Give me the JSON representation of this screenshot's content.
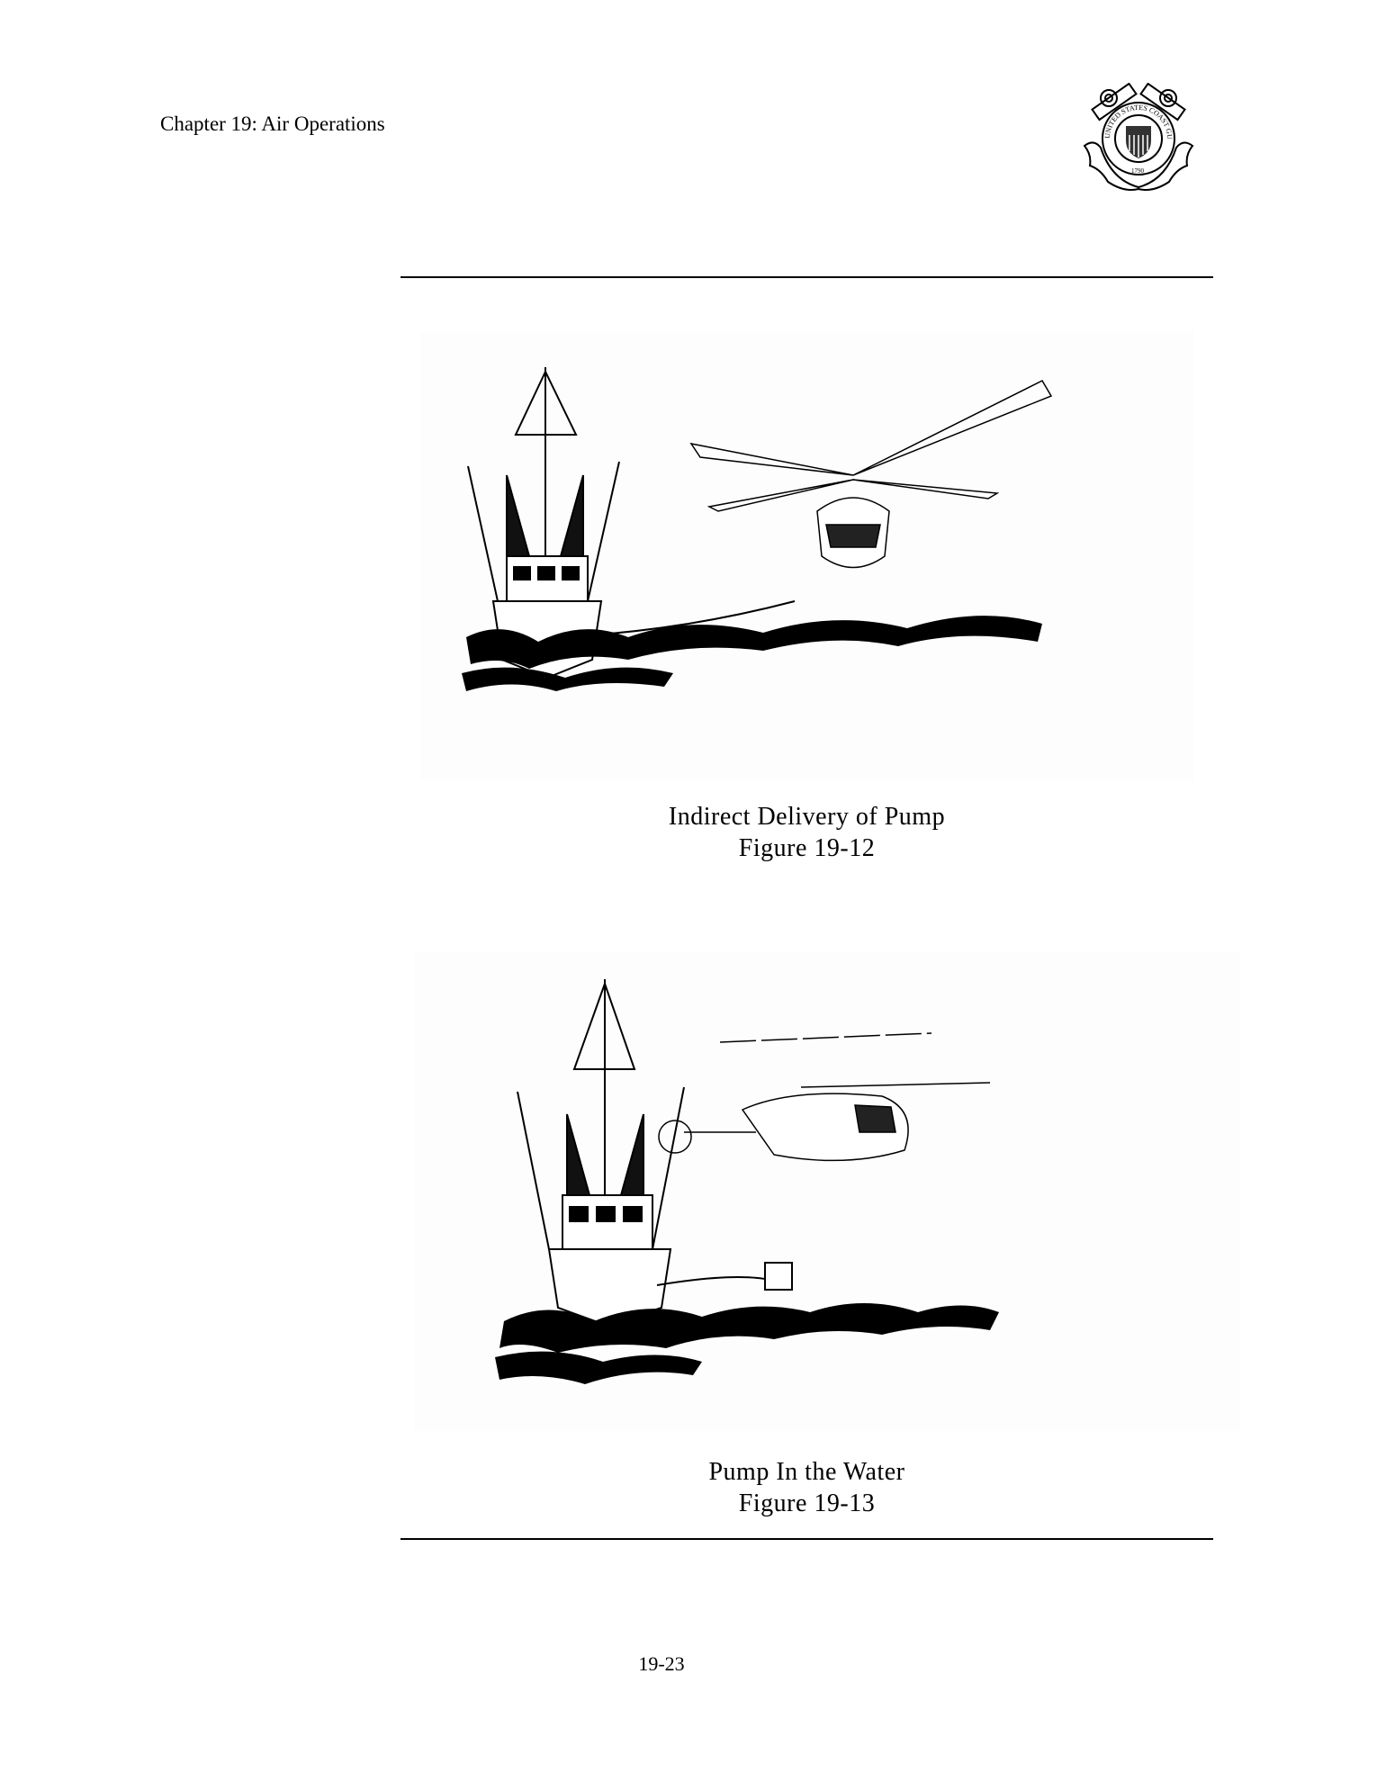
{
  "header": {
    "chapter_title": "Chapter 19:  Air Operations"
  },
  "logo": {
    "text": "UNITED STATES COAST GUARD 1790",
    "icon": "coast-guard-emblem"
  },
  "figures": [
    {
      "title": "Indirect Delivery of Pump",
      "number": "Figure 19-12",
      "illustration": "fishing-vessel-helicopter-line"
    },
    {
      "title": "Pump In the Water",
      "number": "Figure 19-13",
      "illustration": "fishing-vessel-helicopter-pump-water"
    }
  ],
  "footer": {
    "page_number": "19-23"
  }
}
